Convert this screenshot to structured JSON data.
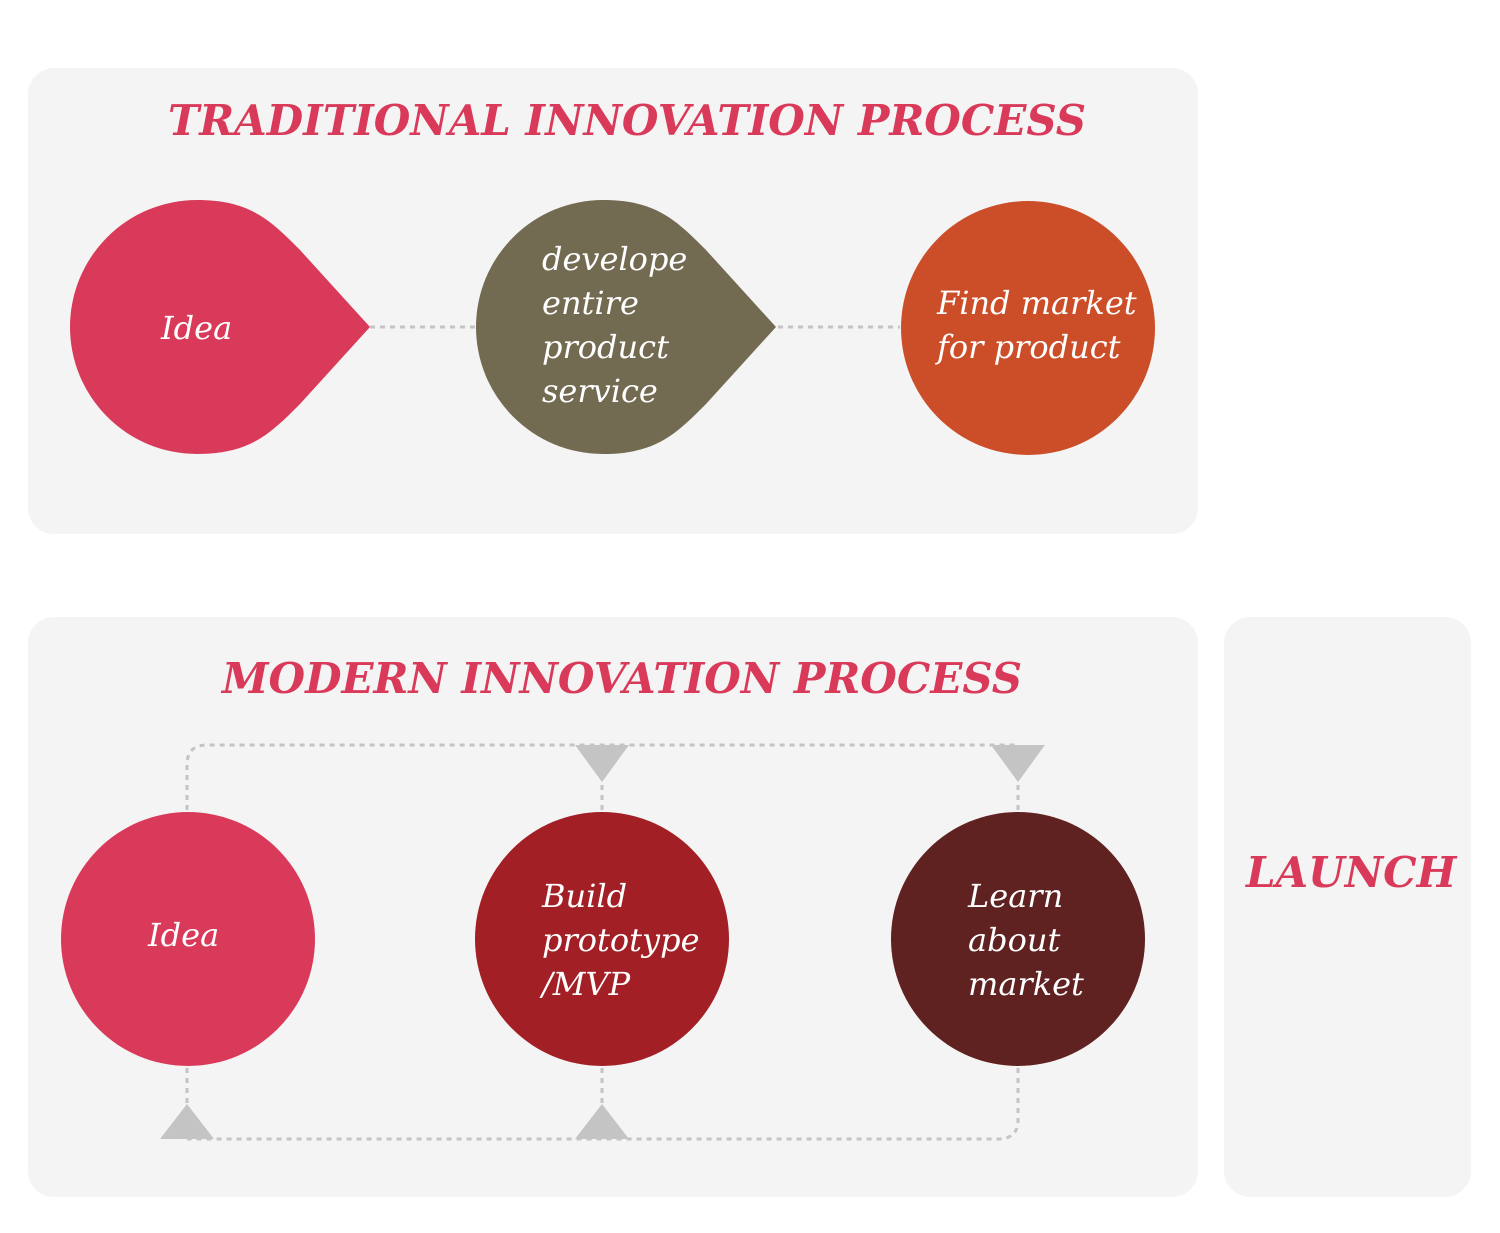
{
  "traditional": {
    "title": "TRADITIONAL INNOVATION PROCESS",
    "steps": [
      {
        "lines": [
          "Idea"
        ],
        "color": "#d93a5a"
      },
      {
        "lines": [
          "develope",
          "entire",
          "product",
          "service"
        ],
        "color": "#736a52"
      },
      {
        "lines": [
          "Find market",
          "for product"
        ],
        "color": "#cc4e29"
      }
    ]
  },
  "modern": {
    "title": "MODERN INNOVATION PROCESS",
    "steps": [
      {
        "lines": [
          "Idea"
        ],
        "color": "#d93a5a"
      },
      {
        "lines": [
          "Build",
          "prototype",
          "/MVP"
        ],
        "color": "#a11f25"
      },
      {
        "lines": [
          "Learn",
          "about",
          "market"
        ],
        "color": "#602121"
      }
    ]
  },
  "launch": {
    "label": "LAUNCH"
  },
  "connector_color": "#c4c4c4"
}
